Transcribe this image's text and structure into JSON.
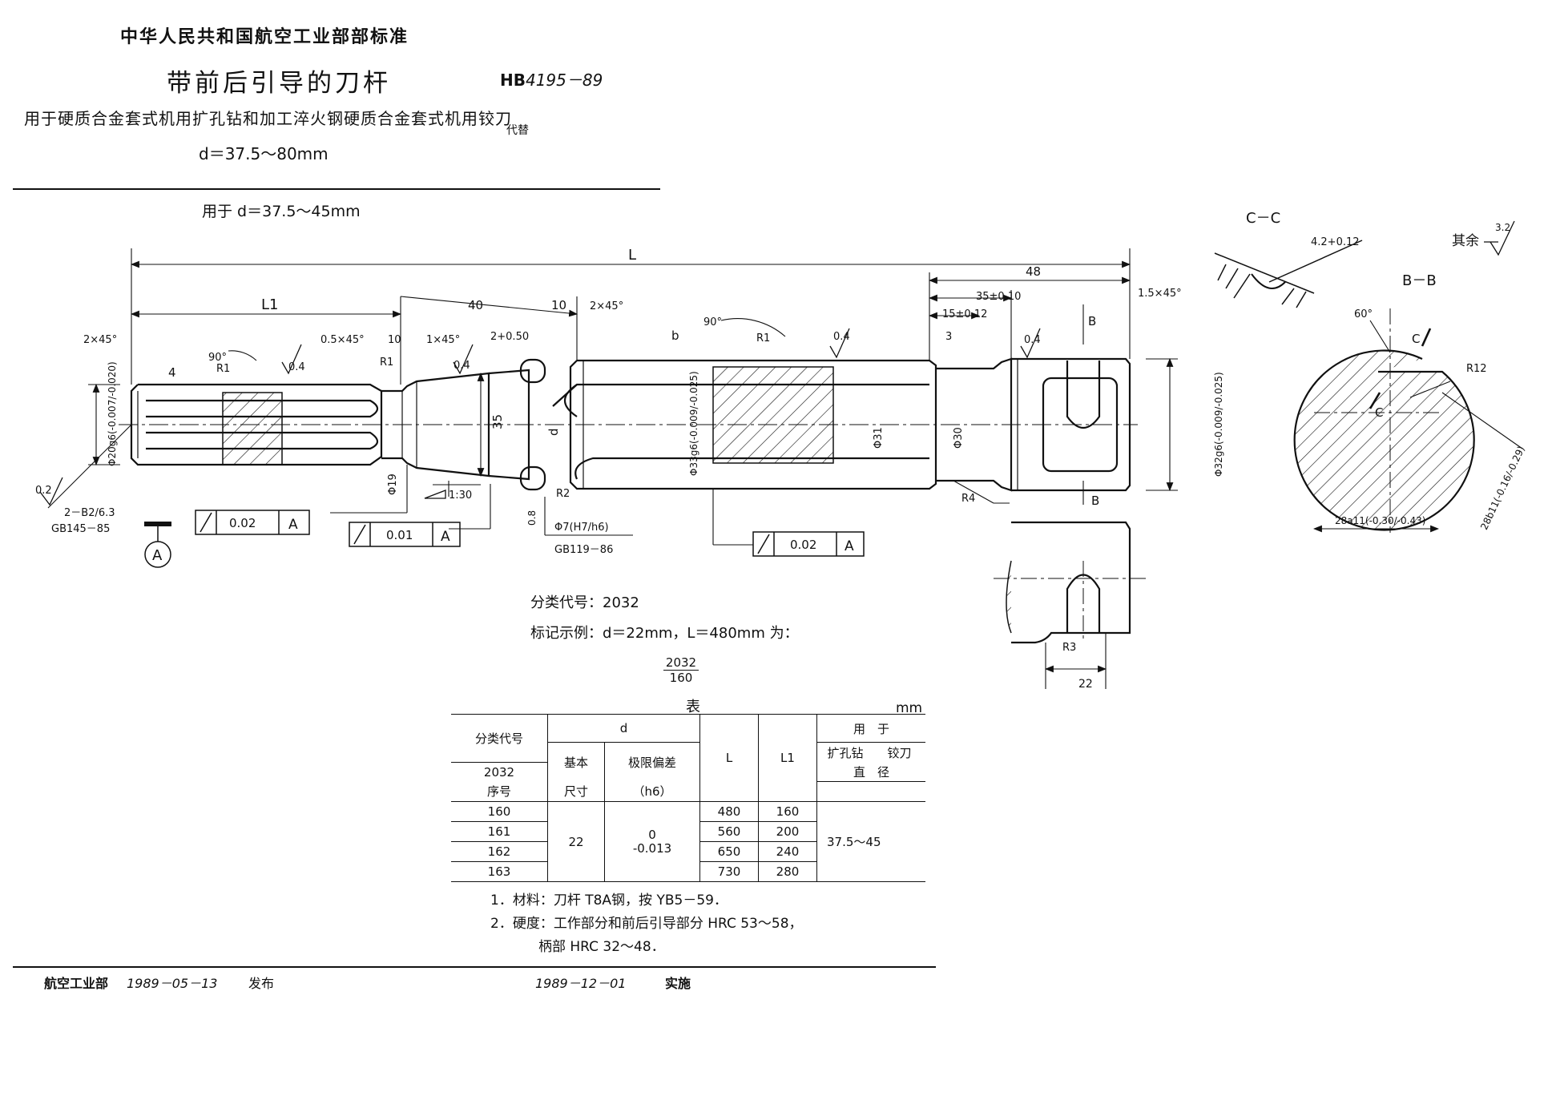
{
  "header": {
    "org": "中华人民共和国航空工业部部标准",
    "title": "带前后引导的刀杆",
    "subtitle": "用于硬质合金套式机用扩孔钻和加工淬火钢硬质合金套式机用铰刀",
    "d_range": "d＝37.5～80mm",
    "code_prefix": "HB",
    "code_number": "4195－89",
    "replaces": "代替"
  },
  "drawing": {
    "caption": "用于 d＝37.5～45mm",
    "dims": {
      "L": "L",
      "L1": "L1",
      "d40": "40",
      "d10a": "10",
      "c2x45a": "2×45°",
      "c2x45b": "2×45°",
      "c05x45": "0.5×45°",
      "d10b": "10",
      "c1x45": "1×45°",
      "slot_tol": "2+0.50",
      "b": "b",
      "a90a": "90°",
      "a90b": "90°",
      "r1a": "R1",
      "r1b": "R1",
      "r1c": "R1",
      "ra04a": "0.4",
      "ra04b": "0.4",
      "ra04c": "0.4",
      "ra04d": "0.4",
      "d48": "48",
      "d35": "35±0.10",
      "d15": "15±0.12",
      "c15x45": "1.5×45°",
      "d3": "3",
      "d4": "4",
      "d35v": "35",
      "dd": "d",
      "phi20": "Φ20g6(-0.007/-0.020)",
      "phi33": "Φ33g6(-0.009/-0.025)",
      "phi31": "Φ31",
      "phi30": "Φ30",
      "phi32": "Φ32g6(-0.009/-0.025)",
      "phi19": "Φ19",
      "taper": "1:30",
      "r2": "R2",
      "r4": "R4",
      "phi7": "Φ7(H7/h6)",
      "gb119": "GB119－86",
      "d08": "0.8",
      "ra02": "0.2",
      "center": "2－B2/6.3",
      "gb145": "GB145－85",
      "datum": "A",
      "tol1_val": "0.02",
      "tol1_ref": "A",
      "tol2_val": "0.01",
      "tol2_ref": "A",
      "tol3_val": "0.02",
      "tol3_ref": "A",
      "cc": "C－C",
      "cc_dim": "4.2+0.12",
      "bb": "B－B",
      "a60": "60°",
      "cmark": "C",
      "cmark2": "C",
      "r12": "R12",
      "d28b": "28b11(-0.16/-0.29)",
      "d28a": "28a11(-0.30/-0.43)",
      "rest": "其余",
      "rest_ra": "3.2",
      "bmark": "B",
      "bmark2": "B",
      "r3": "R3",
      "d22": "22"
    }
  },
  "class_code": "分类代号：2032",
  "marking_example": "标记示例：d＝22mm，L＝480mm 为：",
  "marking_fraction": {
    "top": "2032",
    "bottom": "160"
  },
  "table": {
    "caption": "表",
    "unit": "mm",
    "head": {
      "class": "分类代号",
      "class_code": "2032",
      "seq": "序号",
      "d": "d",
      "basic": "基本",
      "size": "尺寸",
      "deviation": "极限偏差",
      "deviation_sub": "（h6）",
      "L": "L",
      "L1": "L1",
      "use": "用　于",
      "drill": "扩孔钻",
      "reamer": "铰刀",
      "diameter": "直　径"
    },
    "seq": [
      "160",
      "161",
      "162",
      "163"
    ],
    "L": [
      "480",
      "560",
      "650",
      "730"
    ],
    "L1": [
      "160",
      "200",
      "240",
      "280"
    ],
    "basic": "22",
    "deviation": "0\n-0.013",
    "use_diameter": "37.5～45"
  },
  "notes": [
    "1．材料：刀杆 T8A钢，按 YB5－59．",
    "2．硬度：工作部分和前后引导部分 HRC 53～58，",
    "柄部 HRC 32～48．"
  ],
  "footer": {
    "issuer": "航空工业部",
    "issue_date": "1989－05－13",
    "issue_label": "发布",
    "effective_date": "1989－12－01",
    "effective_label": "实施"
  }
}
